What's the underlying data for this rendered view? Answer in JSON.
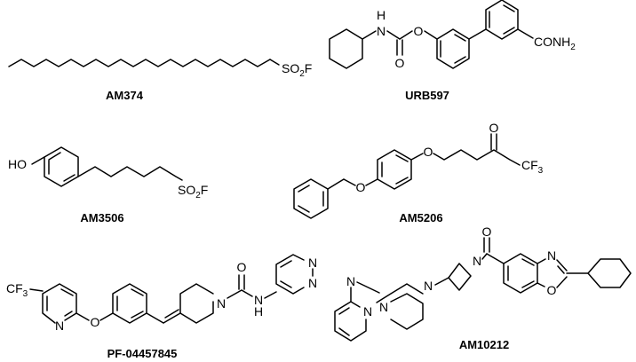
{
  "compounds": [
    {
      "name": "AM374"
    },
    {
      "name": "URB597"
    },
    {
      "name": "AM3506"
    },
    {
      "name": "AM5206"
    },
    {
      "name": "PF-04457845"
    },
    {
      "name": "AM10212"
    }
  ],
  "atoms": {
    "so2f_a": {
      "pre": "SO",
      "sub": "2",
      "post": "F"
    },
    "so2f_b": {
      "pre": "SO",
      "sub": "2",
      "post": "F"
    },
    "conh2": {
      "pre": "CONH",
      "sub": "2",
      "post": ""
    },
    "cf3_a": {
      "pre": "CF",
      "sub": "3",
      "post": ""
    },
    "cf3_b": {
      "pre": "CF",
      "sub": "3",
      "post": ""
    },
    "urb_h": "H",
    "urb_n": "N",
    "urb_o1": "O",
    "urb_o2": "O",
    "am3506_ho": "HO",
    "am5206_o1": "O",
    "am5206_o2": "O",
    "am5206_o3": "O",
    "pf_n_pyr": "N",
    "pf_o": "O",
    "pf_n_pip": "N",
    "pf_o_urea": "O",
    "pf_nh_n": "N",
    "pf_nh_h": "H",
    "pf_pyd_n1": "N",
    "pf_pyd_n2": "N",
    "am_pym_n1": "N",
    "am_pym_n2": "N",
    "am_pz_n1": "N",
    "am_pz_n2": "N",
    "am_az_n": "N",
    "am_co_o": "O",
    "am_bx_n": "N",
    "am_bx_o": "O"
  }
}
